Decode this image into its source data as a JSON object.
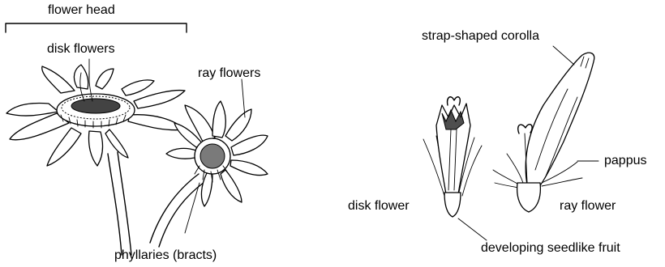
{
  "labels": {
    "flower_head": "flower head",
    "disk_flowers": "disk flowers",
    "ray_flowers": "ray flowers",
    "phyllaries": "phyllaries (bracts)",
    "strap_corolla": "strap-shaped corolla",
    "pappus": "pappus",
    "disk_flower": "disk flower",
    "ray_flower": "ray flower",
    "seedlike_fruit": "developing seedlike fruit"
  }
}
